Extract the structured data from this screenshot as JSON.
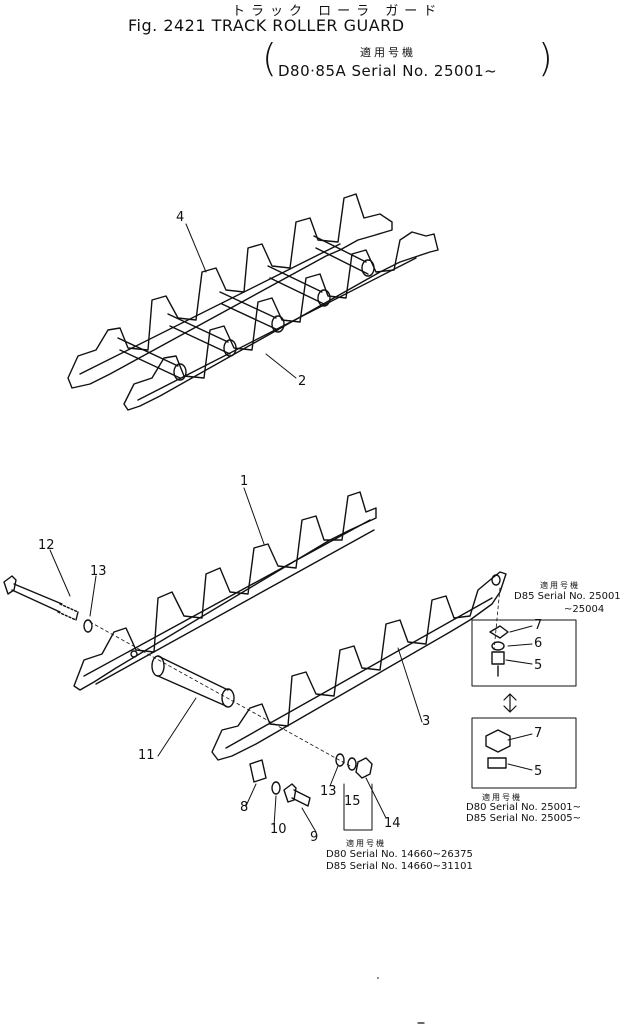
{
  "header": {
    "japanese_title": "トラック ローラ ガード",
    "figure_title": "Fig. 2421 TRACK ROLLER GUARD",
    "applicability_jp": "適用号機",
    "applicability_serial": "D80·85A Serial No. 25001~",
    "paren_left": "(",
    "paren_right": ")"
  },
  "callouts": {
    "c1": "1",
    "c2": "2",
    "c3": "3",
    "c4": "4",
    "c5a": "5",
    "c5b": "5",
    "c6": "6",
    "c7a": "7",
    "c7b": "7",
    "c8": "8",
    "c9": "9",
    "c10": "10",
    "c11": "11",
    "c12": "12",
    "c13a": "13",
    "c13b": "13",
    "c14": "14",
    "c15": "15"
  },
  "notes": {
    "upper_right": {
      "jp": "適用号機",
      "line1": "D85 Serial No. 25001",
      "line2": "~25004"
    },
    "lower_right": {
      "jp": "適用号機",
      "line1": "D80 Serial No. 25001~",
      "line2": "D85 Serial No. 25005~"
    },
    "bottom_center": {
      "jp": "適用号機",
      "line1": "D80 Serial No. 14660~26375",
      "line2": "D85 Serial No. 14660~31101"
    }
  }
}
